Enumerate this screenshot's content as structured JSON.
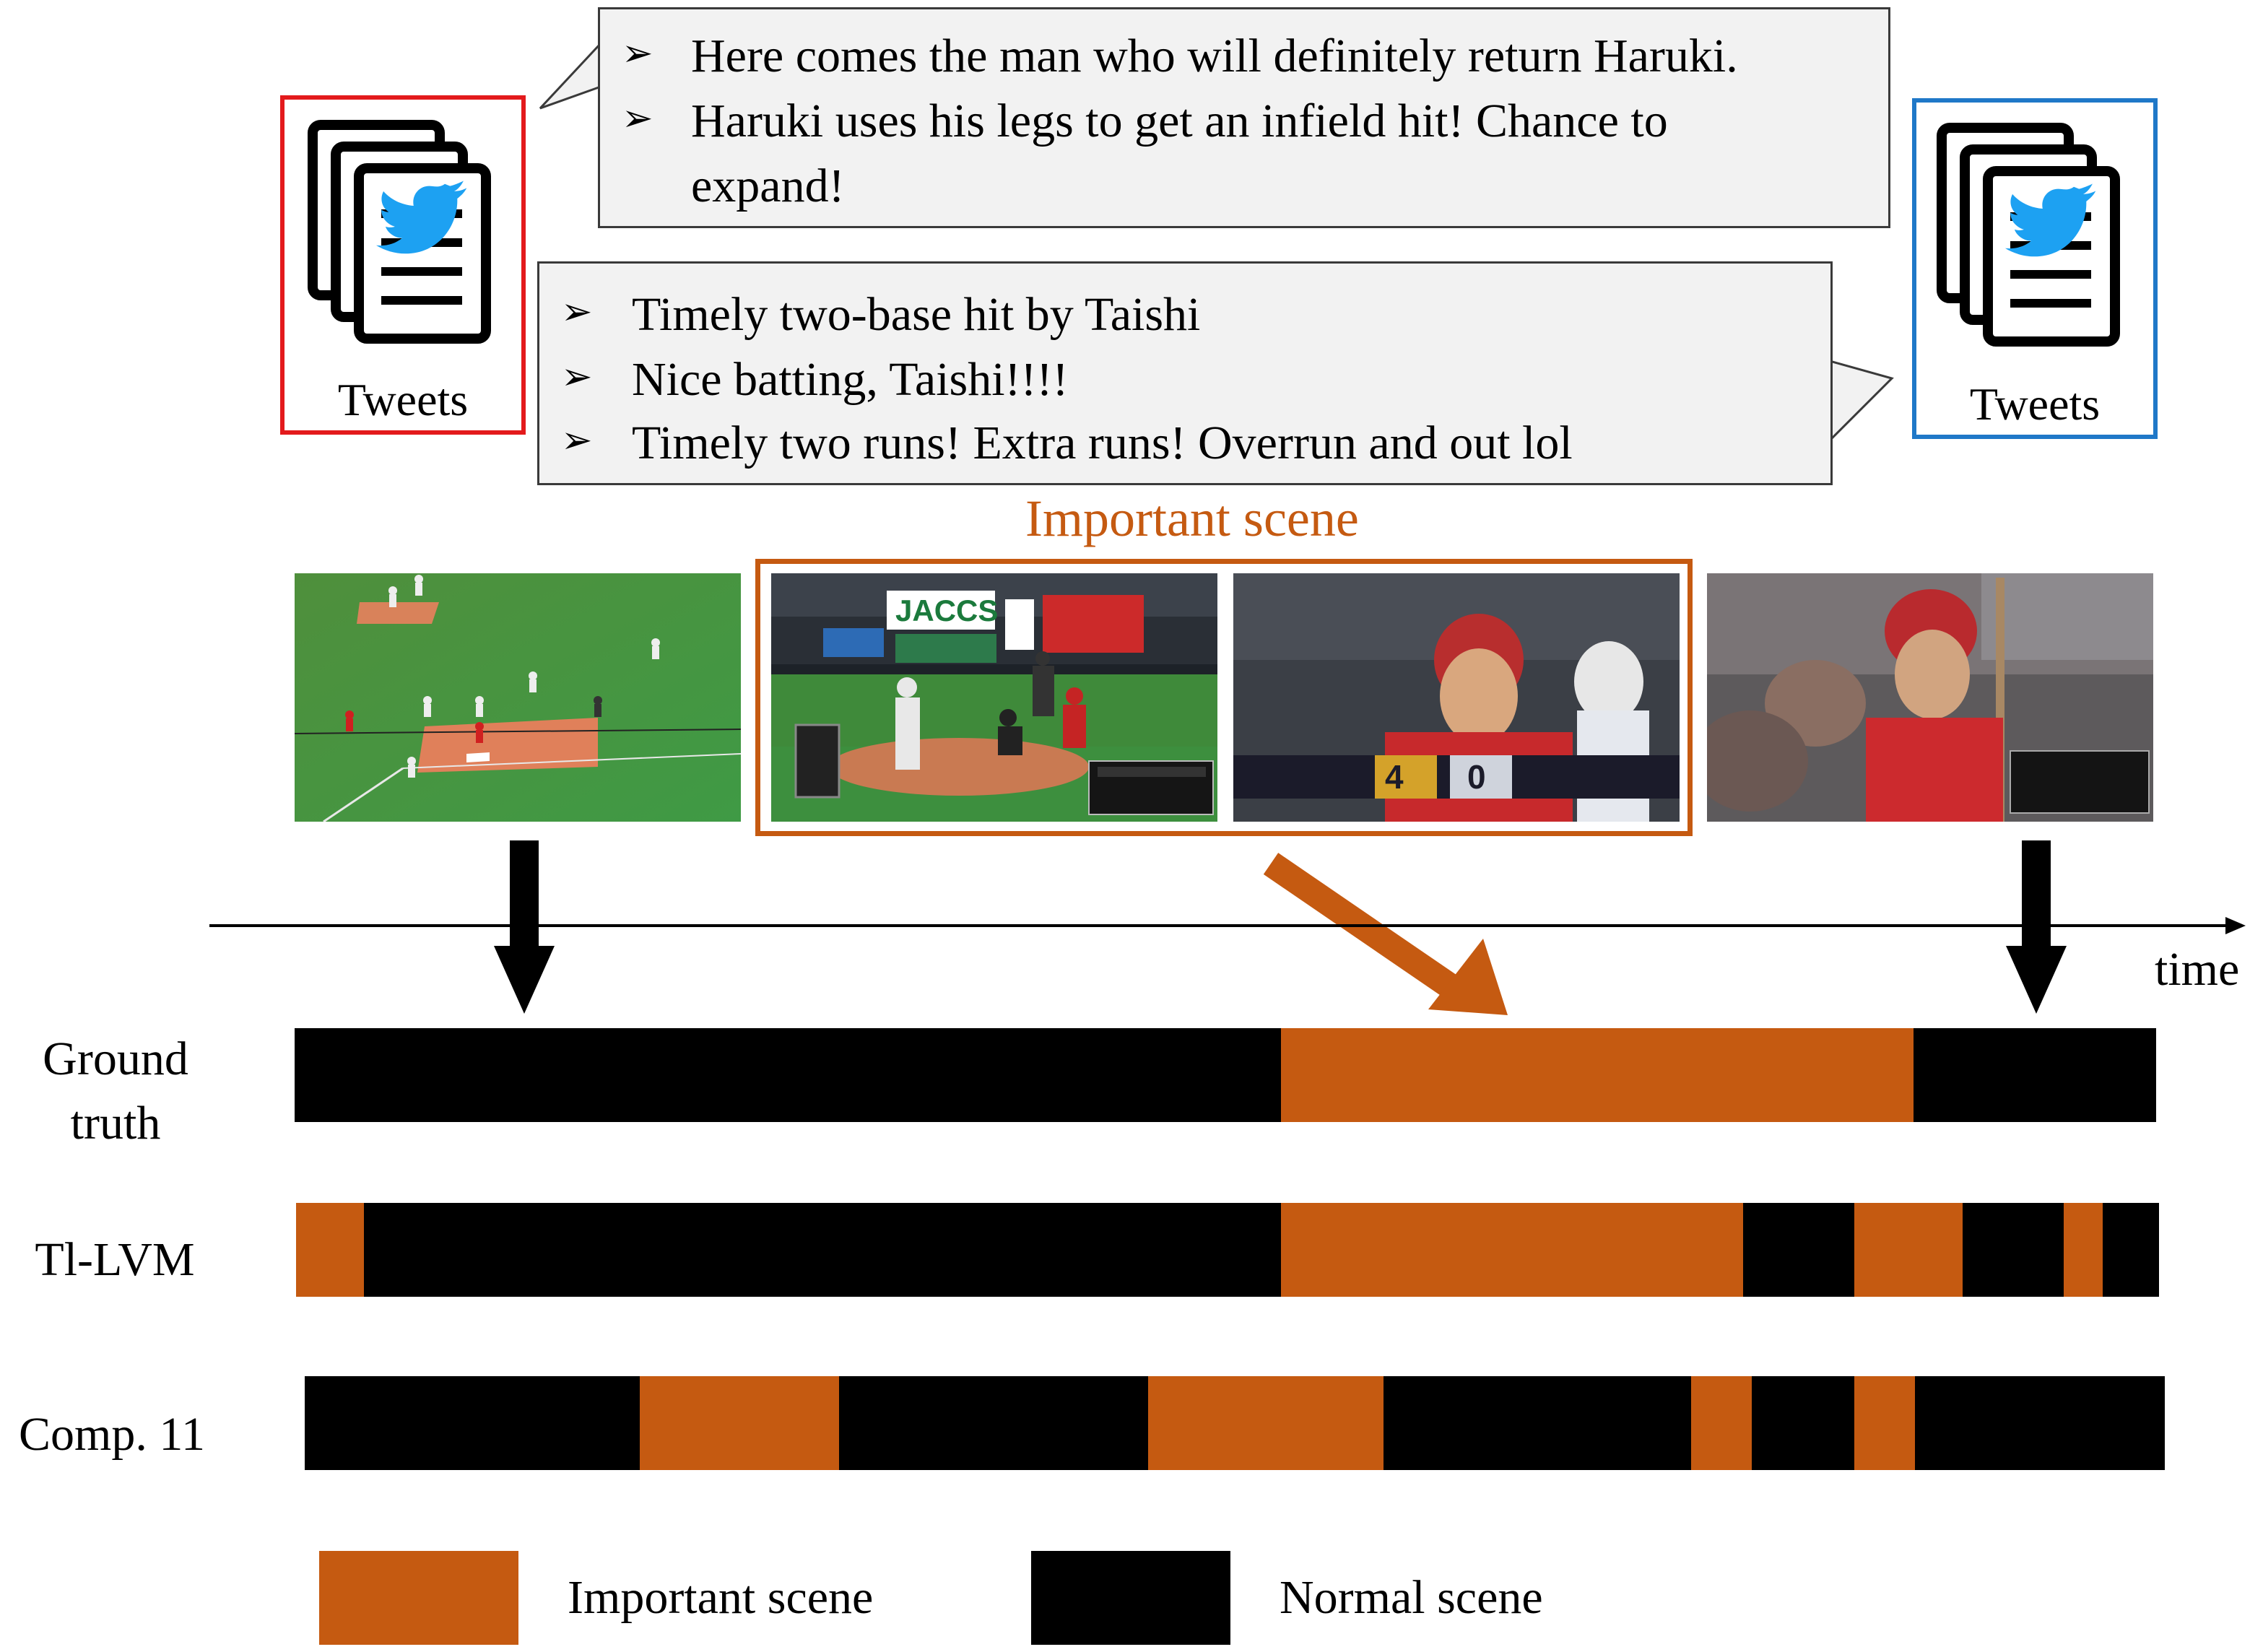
{
  "colors": {
    "important": "#c55a11",
    "normal": "#000000",
    "left_tweet_border": "#e31a1c",
    "right_tweet_border": "#1f78c8",
    "twitter_blue": "#1da1f2",
    "bubble_fill": "#f2f2f2"
  },
  "tweet_sources": {
    "left": {
      "label": "Tweets",
      "icon": "twitter-document-stack-icon"
    },
    "right": {
      "label": "Tweets",
      "icon": "twitter-document-stack-icon"
    }
  },
  "bubble_top": {
    "lines": [
      "Here comes the man who will definitely return Haruki.",
      "Haruki uses his legs to get an infield hit! Chance to",
      "expand!"
    ]
  },
  "bubble_bottom": {
    "lines": [
      "Timely two-base hit by Taishi",
      "Nice batting, Taishi!!!!",
      "Timely two runs! Extra runs! Overrun and out lol"
    ]
  },
  "important_scene_title": "Important scene",
  "time_label": "time",
  "rows": [
    {
      "label_line1": "Ground",
      "label_line2": "truth"
    },
    {
      "label_line1": "Tl-LVM"
    },
    {
      "label_line1": "Comp. 11"
    }
  ],
  "legend": {
    "important": "Important scene",
    "normal": "Normal scene"
  }
}
